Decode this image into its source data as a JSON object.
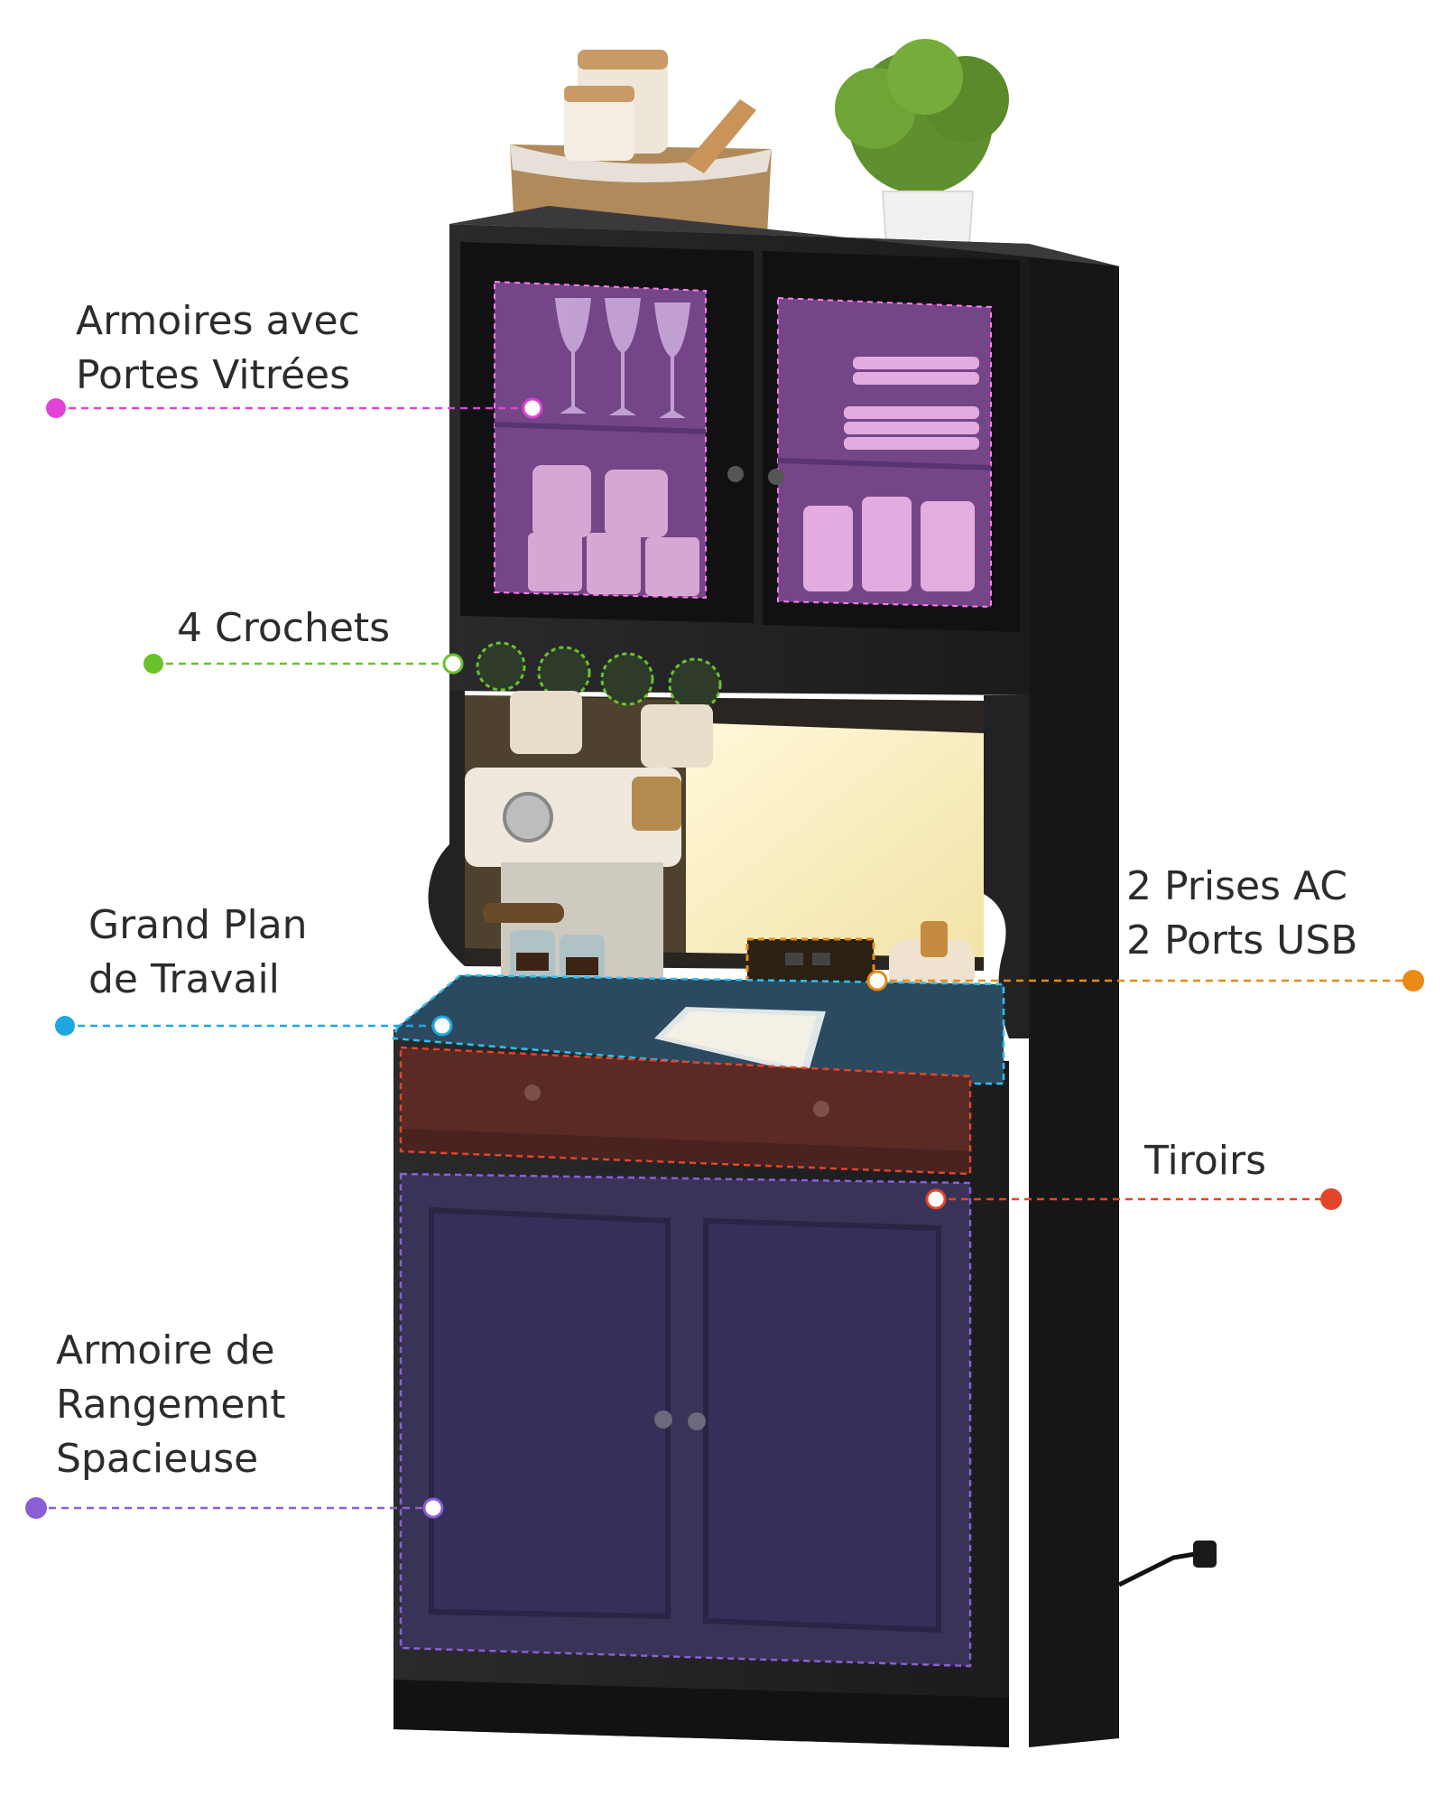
{
  "callouts": {
    "glass_cabinets": {
      "lines": [
        "Armoires avec",
        "Portes Vitrées"
      ],
      "color": "#e043d6"
    },
    "hooks": {
      "lines": [
        "4 Crochets"
      ],
      "color": "#6ac22a"
    },
    "countertop": {
      "lines": [
        "Grand Plan",
        "de Travail"
      ],
      "color": "#1ea7e3"
    },
    "outlets": {
      "lines": [
        "2 Prises AC",
        "2 Ports USB"
      ],
      "color": "#e88a14"
    },
    "drawer": {
      "lines": [
        "Tiroirs"
      ],
      "color": "#e2452a"
    },
    "storage_cabinet": {
      "lines": [
        "Armoire de",
        "Rangement",
        "Spacieuse"
      ],
      "color": "#8b5fd3"
    }
  }
}
